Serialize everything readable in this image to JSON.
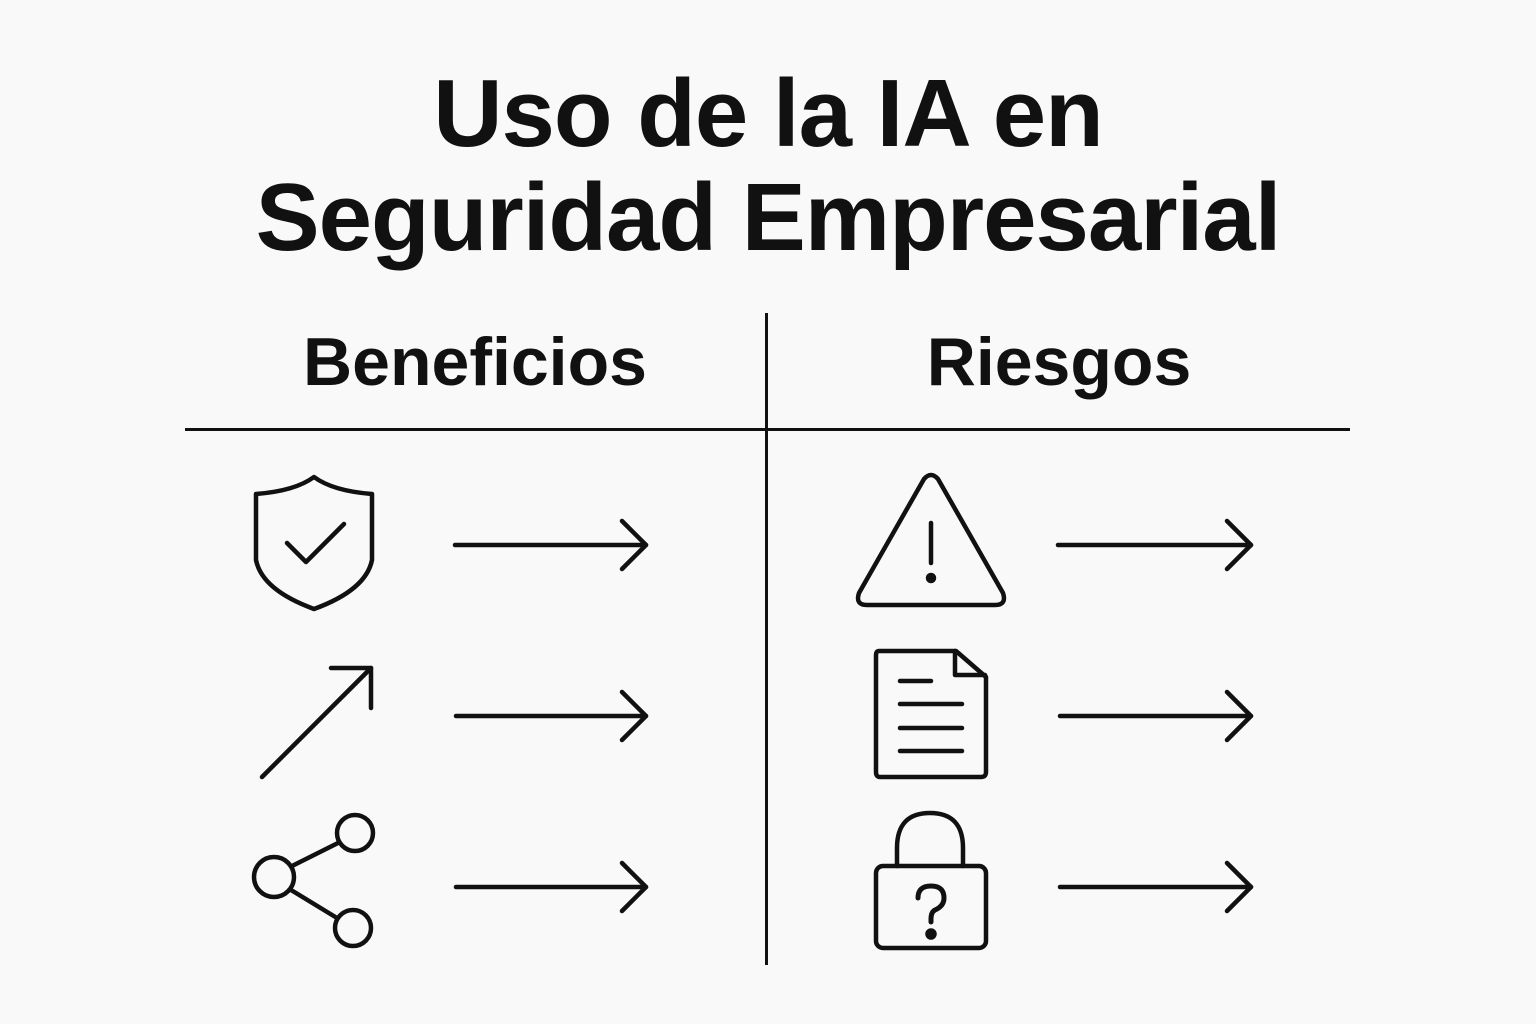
{
  "title": {
    "line1": "Uso de la IA en",
    "line2": "Seguridad Empresarial"
  },
  "columns": [
    {
      "heading": "Beneficios",
      "rows": [
        {
          "icon": "shield-check-icon",
          "connector": "arrow-right-icon"
        },
        {
          "icon": "trend-up-arrow-icon",
          "connector": "arrow-right-icon"
        },
        {
          "icon": "share-network-icon",
          "connector": "arrow-right-icon"
        }
      ]
    },
    {
      "heading": "Riesgos",
      "rows": [
        {
          "icon": "warning-triangle-icon",
          "connector": "arrow-right-icon"
        },
        {
          "icon": "document-icon",
          "connector": "arrow-right-icon"
        },
        {
          "icon": "lock-question-icon",
          "connector": "arrow-right-icon"
        }
      ]
    }
  ],
  "colors": {
    "background": "#f9f9f9",
    "foreground": "#111111"
  }
}
